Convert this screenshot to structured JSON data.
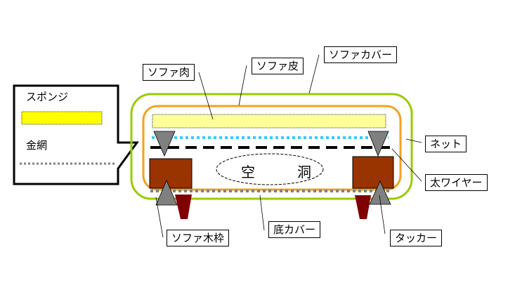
{
  "labels": {
    "sofa_meat": "ソファ肉",
    "sofa_skin": "ソファ皮",
    "sofa_cover": "ソファカバー",
    "net": "ネット",
    "thick_wire": "太ワイヤー",
    "tacker": "タッカー",
    "bottom_cover": "底カバー",
    "wood_frame": "ソファ木枠"
  },
  "void_label": "空　洞",
  "legend": {
    "sponge": "スポンジ",
    "wire_mesh": "金網"
  },
  "colors": {
    "cover": "#99cc00",
    "skin": "#f5a020",
    "sponge_fill": "#ffff99",
    "legend_sponge": "#ffff00",
    "net": "#33ccff",
    "wire": "#000000",
    "frame": "#993300",
    "leg": "#800000",
    "tacker": "#808080",
    "bottom": "#808080"
  }
}
